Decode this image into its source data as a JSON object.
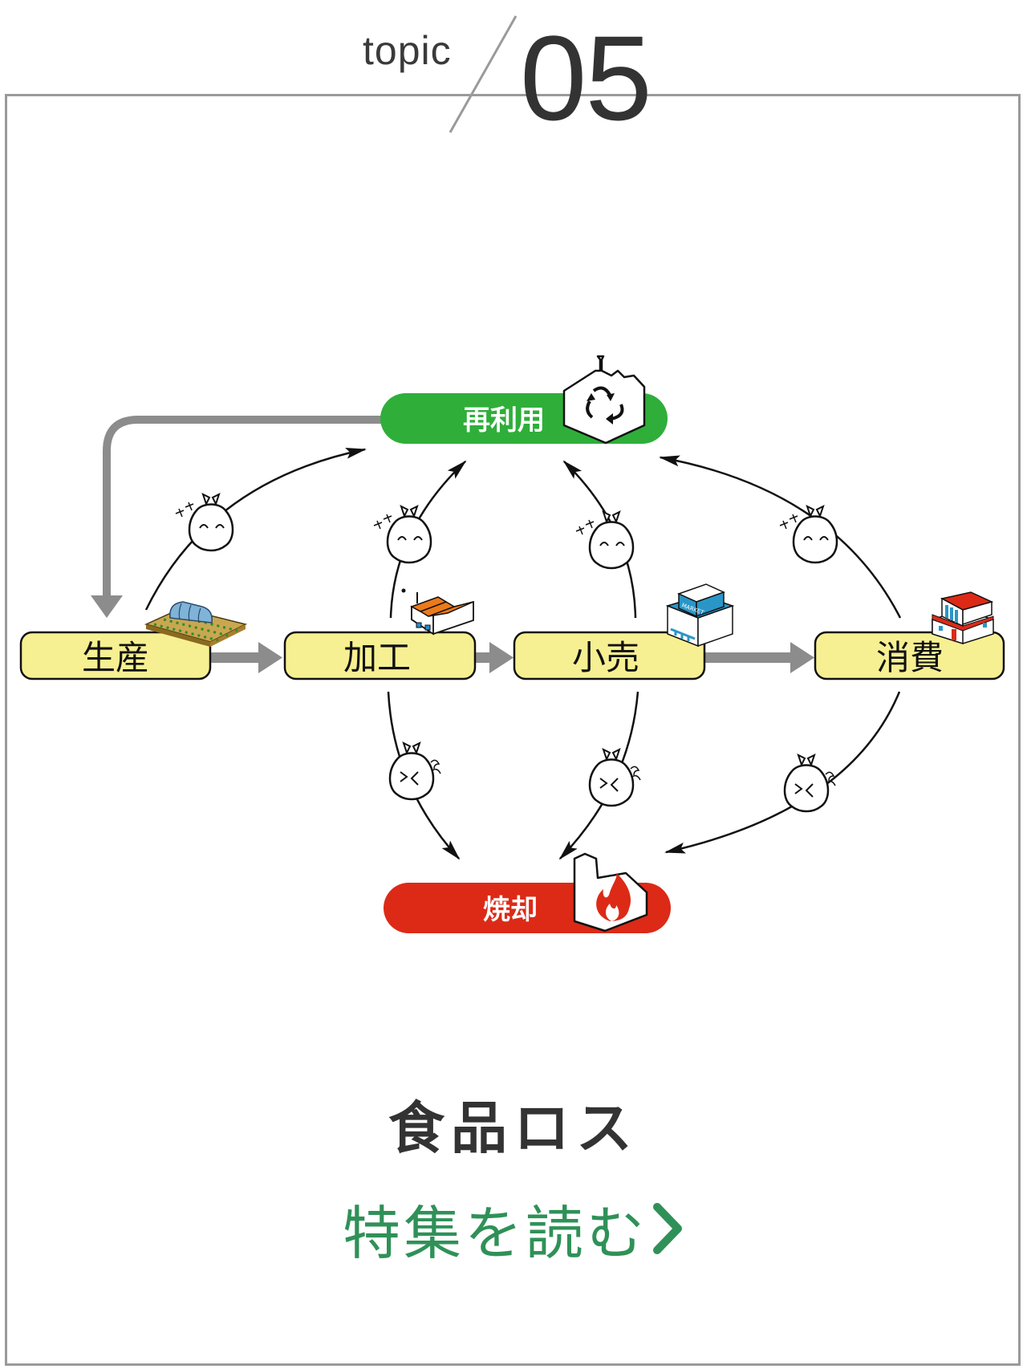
{
  "header": {
    "topic_label": "topic",
    "topic_number": "05"
  },
  "diagram": {
    "reuse_label": "再利用",
    "incineration_label": "焼却",
    "stages": [
      {
        "label": "生産",
        "icon": "farm-greenhouse-icon"
      },
      {
        "label": "加工",
        "icon": "factory-icon"
      },
      {
        "label": "小売",
        "icon": "market-building-icon",
        "icon_text": "MARKET"
      },
      {
        "label": "消費",
        "icon": "house-icon"
      }
    ],
    "reuse_icon": "recycle-plant-icon",
    "incineration_icon": "incinerator-fire-icon",
    "colors": {
      "reuse": "#2fae3a",
      "incineration": "#dc2a17",
      "stage_fill": "#f6f092",
      "flow_arrow": "#8c8c8c"
    }
  },
  "title": "食品ロス",
  "read_more": {
    "label": "特集を読む",
    "icon": "chevron-right-icon",
    "color": "#2f9158"
  }
}
